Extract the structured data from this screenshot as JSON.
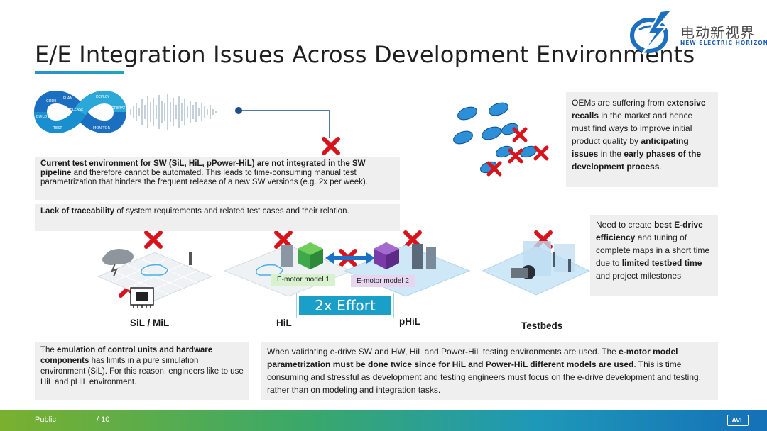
{
  "slide": {
    "title": "E/E Integration Issues Across Development Environments"
  },
  "logo": {
    "chinese_name": "电动新视界",
    "english_name": "NEW ELECTRIC HORIZON"
  },
  "devops_loop": {
    "labels": [
      "CODE",
      "PLAN",
      "BUILD",
      "RELEASE",
      "TEST",
      "DEPLOY",
      "OPERATE",
      "MONITOR"
    ]
  },
  "boxes": {
    "current_test": {
      "bold": "Current test environment for SW (SiL, HiL, pPower-HiL) are not integrated in the SW pipeline",
      "rest": " and therefore cannot be automated. This leads to time-consuming manual test parametrization that hinders the frequent release of a new SW versions (e.g. 2x per week)."
    },
    "traceability": {
      "bold": "Lack of traceability",
      "rest": " of system requirements and related test cases and their relation."
    },
    "oems": {
      "t1": "OEMs are suffering from ",
      "b1": "extensive recalls",
      "t2": " in the market and hence must find ways to improve initial product quality by ",
      "b2": "anticipating issues",
      "t3": " in the ",
      "b3": "early phases of the development process",
      "t4": "."
    },
    "need": {
      "t1": "Need to create ",
      "b1": "best E-drive efficiency",
      "t2": " and tuning of complete maps in a short time due to ",
      "b2": "limited testbed time",
      "t3": " and project milestones"
    },
    "emulation": {
      "t1": "The ",
      "b1": "emulation of control units and hardware components",
      "t2": " has limits in a pure simulation environment (SiL). For this reason, engineers like to use HiL and pHiL environment."
    },
    "validating": {
      "t1": "When validating e-drive SW and HW, HiL and Power-HiL testing environments are used. The ",
      "b1": "e-motor model parametrization must be done twice since for HiL and Power-HiL different models are used",
      "t2": ". This is time consuming and stressful as development and testing engineers must focus on the e-drive development and testing, rather than on modeling and integration tasks."
    }
  },
  "environments": {
    "sil": "SiL / MiL",
    "hil": "HiL",
    "phil": "pHiL",
    "testbeds": "Testbeds"
  },
  "models": {
    "model1": "E-motor model 1",
    "model2": "E-motor model 2",
    "effort": "2x Effort"
  },
  "footer": {
    "classification": "Public",
    "page": "/ 10",
    "brand": "AVL"
  },
  "colors": {
    "accent_blue": "#1aa0c8",
    "x_red": "#d8131b",
    "box_gray": "#efefef",
    "car_blue": "#2c8fd8",
    "model1_green": "#d8f2d0",
    "model2_purple": "#e6d6f0"
  },
  "icons": {
    "fail_mark": "red-x-icon",
    "arrow": "double-arrow-icon",
    "cube1": "green-cube-icon",
    "cube2": "purple-cube-icon"
  }
}
